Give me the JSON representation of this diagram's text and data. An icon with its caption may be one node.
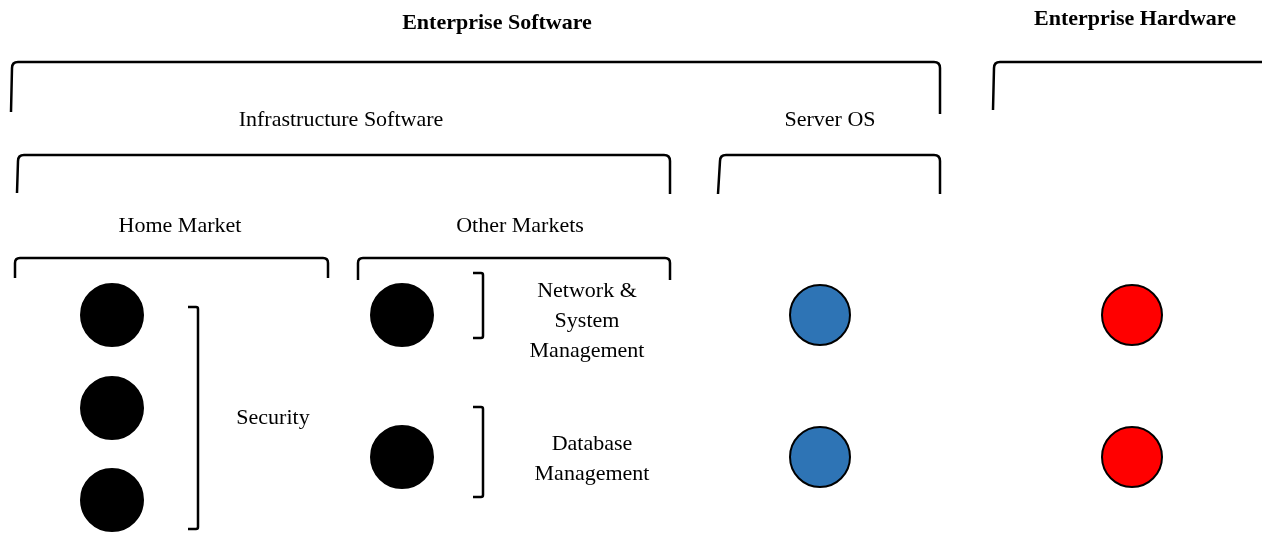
{
  "diagram": {
    "nodes": [
      {
        "text": [],
        "shape": "circle"
      },
      {
        "text": [],
        "shape": "circle"
      },
      {
        "text": [],
        "shape": "circle"
      },
      {
        "text": [],
        "shape": "circle"
      },
      {
        "text": [],
        "shape": "circle"
      },
      {
        "text": [],
        "shape": "circle"
      },
      {
        "text": [],
        "shape": "circle"
      },
      {
        "text": [],
        "shape": "circle"
      },
      {
        "text": [],
        "shape": "circle"
      }
    ],
    "labels": [
      "Enterprise Software",
      "Enterprise Hardware",
      "Infrastructure Software",
      "Server OS",
      "Home Market",
      "Other Markets",
      "Network & System Management",
      "Security",
      "Database Management"
    ]
  }
}
